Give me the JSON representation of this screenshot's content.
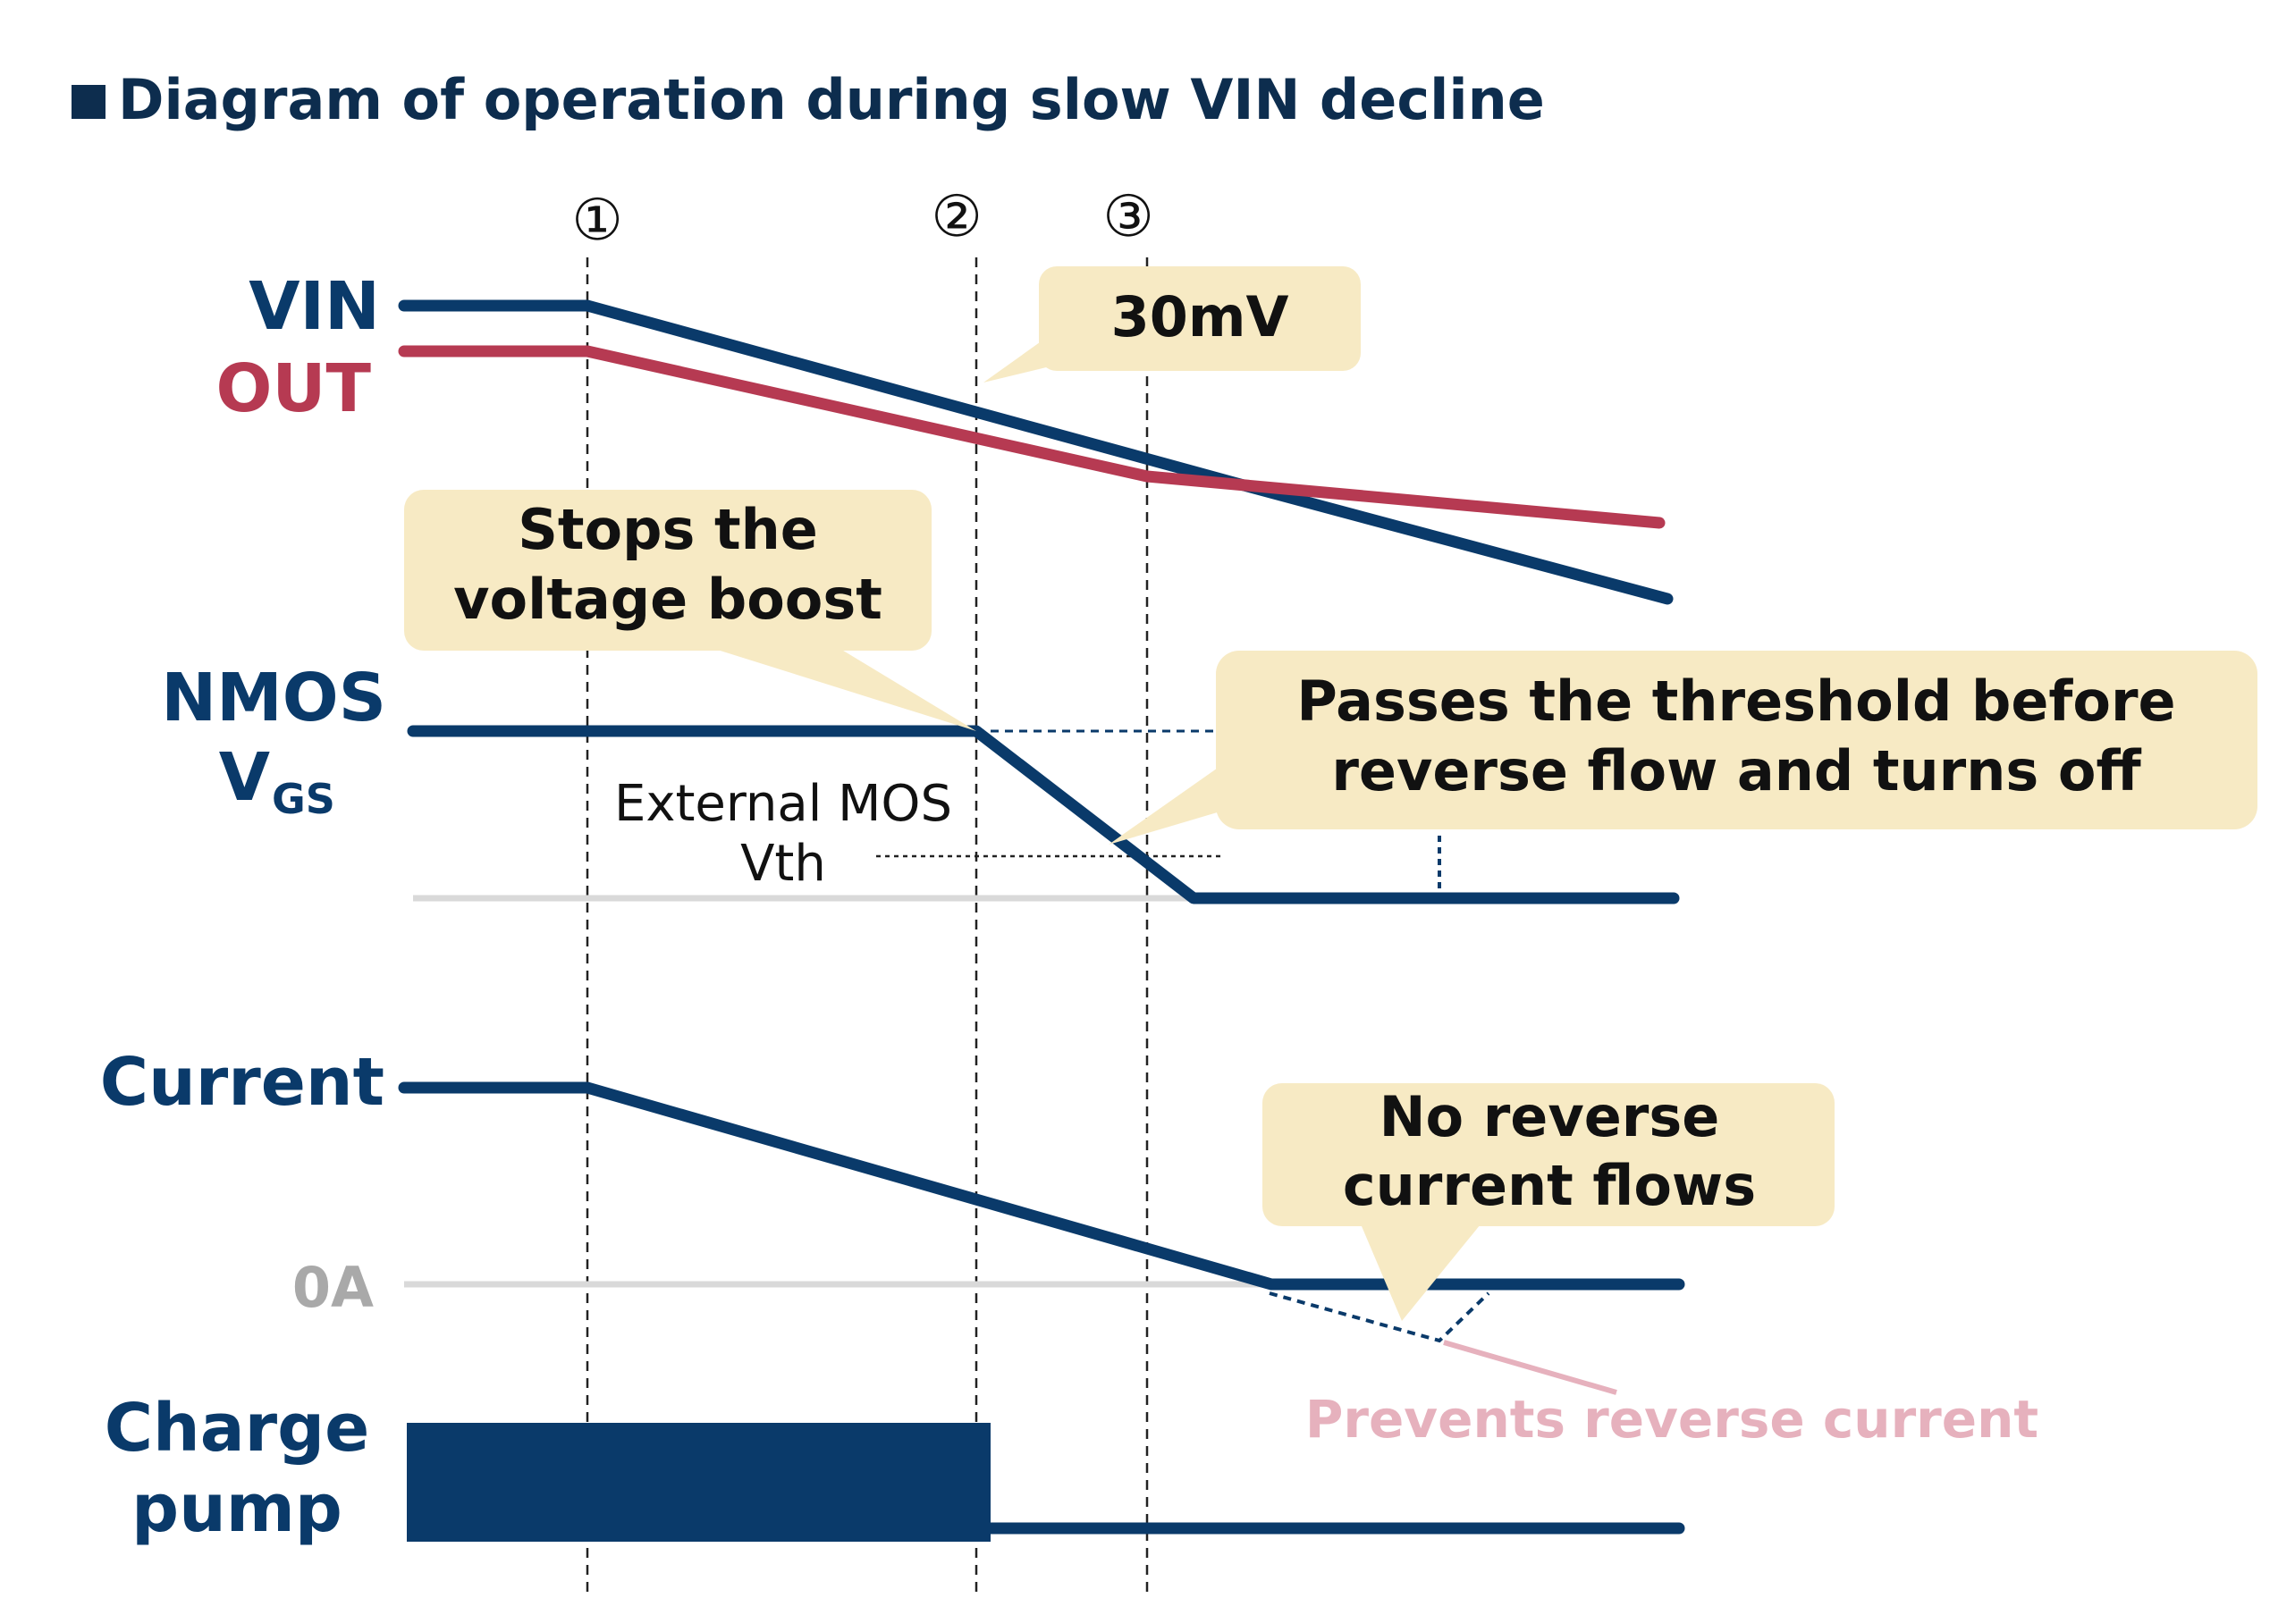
{
  "title": "Diagram of operation during slow VIN decline",
  "markers": [
    "①",
    "②",
    "③"
  ],
  "signals": {
    "vin": "VIN",
    "out": "OUT",
    "nmos": "NMOS",
    "vgs_main": "V",
    "vgs_sub": "GS",
    "current": "Current",
    "zero": "0A",
    "charge_line1": "Charge",
    "charge_line2": "pump"
  },
  "callouts": {
    "delta": "30mV",
    "boost_line1": "Stops the",
    "boost_line2": "voltage boost",
    "threshold_line1": "Passes the threshold before",
    "threshold_line2": "reverse flow and turns off",
    "noreverse_line1": "No reverse",
    "noreverse_line2": "current flows"
  },
  "annotations": {
    "vth_line1": "External MOS",
    "vth_line2": "Vth",
    "prevents": "Prevents reverse current"
  },
  "colors": {
    "navy": "#0a3a6a",
    "red": "#b63a52",
    "callout_fill": "#f7eac4",
    "gray": "#d9d9d9",
    "pink": "#e6b1bd"
  }
}
